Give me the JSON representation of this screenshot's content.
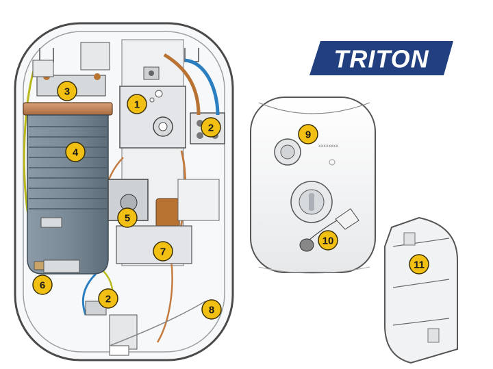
{
  "brand": {
    "text": "TRITON",
    "color": "#22407f"
  },
  "colors": {
    "callout_fill": "#f2c012",
    "heater_tank": "#6e7f8c",
    "copper": "#b87333",
    "blue_wire": "#2b7fc0"
  },
  "callouts": [
    "1",
    "2",
    "3",
    "4",
    "5",
    "6",
    "2",
    "7",
    "8",
    "9",
    "10",
    "11"
  ],
  "printed_marks": {
    "cover_serial": "xxxxxxxx"
  }
}
